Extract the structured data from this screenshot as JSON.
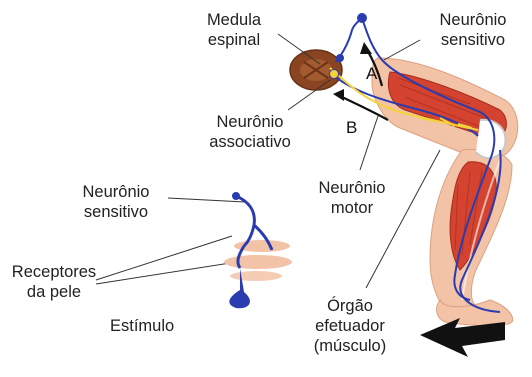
{
  "labels": {
    "medula_espinal": [
      "Medula",
      "espinal"
    ],
    "neuronio_sensitivo_top": [
      "Neurônio",
      "sensitivo"
    ],
    "neuronio_associativo": [
      "Neurônio",
      "associativo"
    ],
    "neuronio_motor": [
      "Neurônio",
      "motor"
    ],
    "neuronio_sensitivo_left": [
      "Neurônio",
      "sensitivo"
    ],
    "receptores_da_pele": [
      "Receptores",
      "da pele"
    ],
    "estimulo": "Estímulo",
    "orgao_efetuador": [
      "Órgão",
      "efetuador",
      "(músculo)"
    ],
    "arrow_a": "A",
    "arrow_b": "B"
  },
  "colors": {
    "skin": "#f2c3a6",
    "skin_shadow": "#e3a586",
    "muscle": "#d4432f",
    "muscle_dark": "#a52d1e",
    "nerve_blue": "#2a3cb0",
    "nerve_yellow": "#f4d23a",
    "spinal_cord": "#8b4421"
  }
}
